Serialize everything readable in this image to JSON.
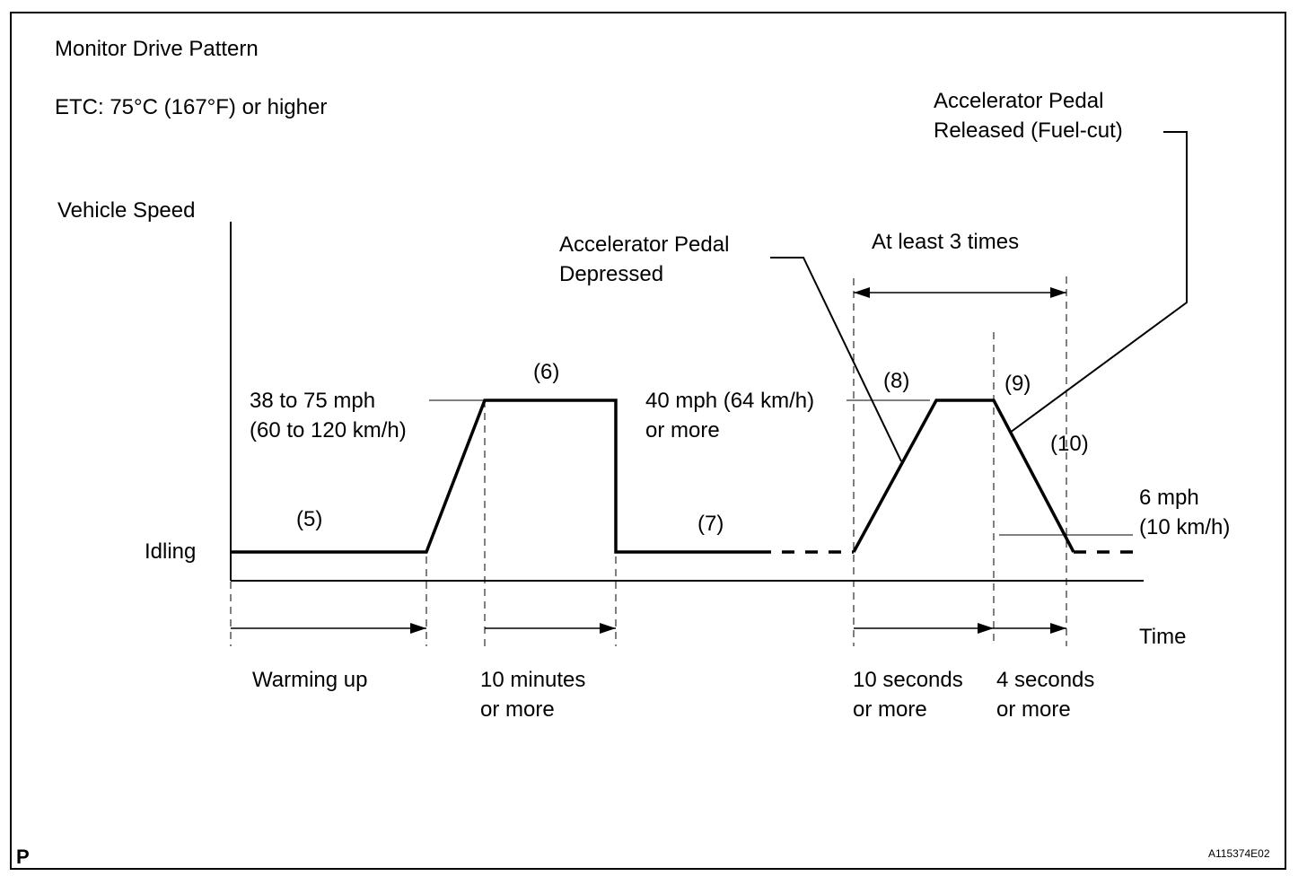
{
  "title": "Monitor Drive Pattern",
  "condition": "ETC: 75°C (167°F) or higher",
  "y_axis_label": "Vehicle Speed",
  "x_axis_label": "Time",
  "idling_label": "Idling",
  "steps": {
    "s5": "(5)",
    "s6": "(6)",
    "s7": "(7)",
    "s8": "(8)",
    "s9": "(9)",
    "s10": "(10)"
  },
  "speeds": {
    "cruise_line1": "38 to 75 mph",
    "cruise_line2": "(60 to 120 km/h)",
    "accel_line1": "40 mph (64 km/h)",
    "accel_line2": "or more",
    "decel_line1": "6 mph",
    "decel_line2": "(10 km/h)"
  },
  "pedal": {
    "depressed_line1": "Accelerator Pedal",
    "depressed_line2": "Depressed",
    "released_line1": "Accelerator Pedal",
    "released_line2": "Released (Fuel-cut)"
  },
  "repeat_label": "At least 3 times",
  "durations": {
    "warming": "Warming up",
    "ten_min_line1": "10 minutes",
    "ten_min_line2": "or more",
    "ten_sec_line1": "10 seconds",
    "ten_sec_line2": "or more",
    "four_sec_line1": "4 seconds",
    "four_sec_line2": "or more"
  },
  "corner_mark": "P",
  "figure_code": "A115374E02"
}
